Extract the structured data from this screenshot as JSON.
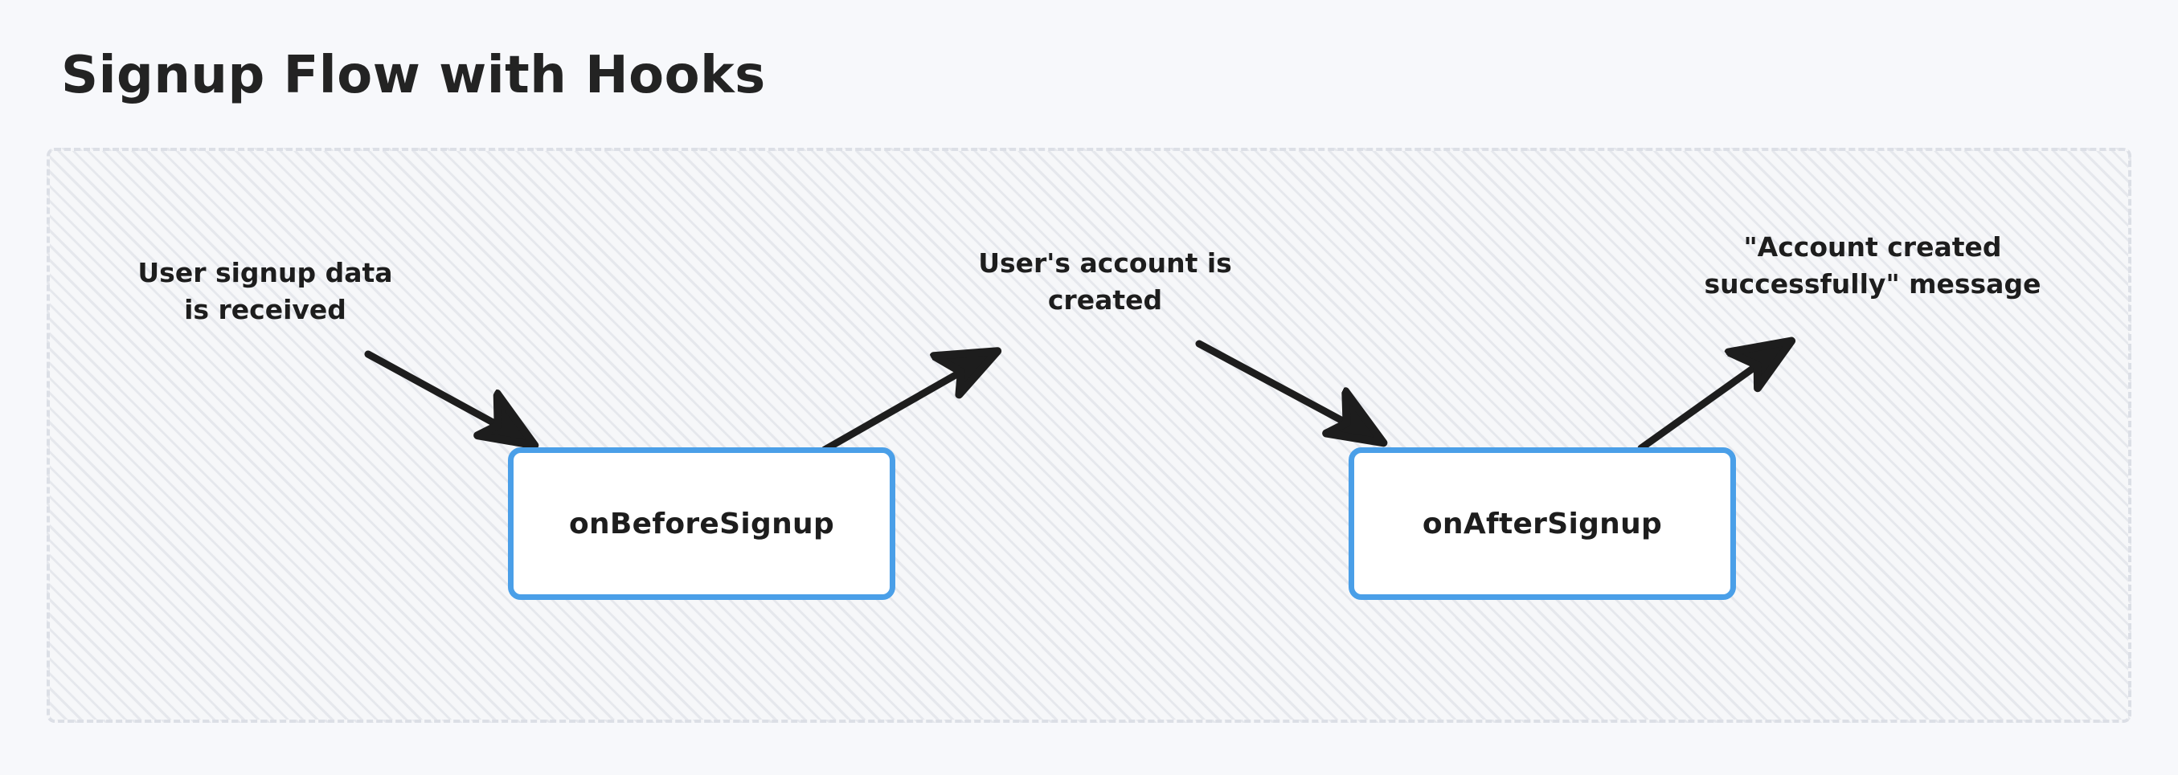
{
  "title": "Signup Flow with Hooks",
  "colors": {
    "page_background": "#f7f8fb",
    "group_background": "#f6f7f9",
    "group_border": "#dcdfe6",
    "node_border": "#4a9fe8",
    "node_fill": "#ffffff",
    "text": "#1d1d1d",
    "arrow": "#1d1d1d"
  },
  "nodes": [
    {
      "id": "onBeforeSignup",
      "label": "onBeforeSignup"
    },
    {
      "id": "onAfterSignup",
      "label": "onAfterSignup"
    }
  ],
  "edge_labels": [
    {
      "id": "signup-received",
      "text": "User signup data\nis received"
    },
    {
      "id": "account-created",
      "text": "User's account is\ncreated"
    },
    {
      "id": "success-message",
      "text": "\"Account created\nsuccessfully\" message"
    }
  ],
  "arrows": [
    {
      "id": "input-to-before-signup",
      "direction": "down-right",
      "from_label": "signup-received",
      "to_node": "onBeforeSignup"
    },
    {
      "id": "before-signup-to-output",
      "direction": "up-right",
      "from_node": "onBeforeSignup",
      "to_label": "account-created"
    },
    {
      "id": "input-to-after-signup",
      "direction": "down-right",
      "from_label": "account-created",
      "to_node": "onAfterSignup"
    },
    {
      "id": "after-signup-to-output",
      "direction": "up-right",
      "from_node": "onAfterSignup",
      "to_label": "success-message"
    }
  ]
}
